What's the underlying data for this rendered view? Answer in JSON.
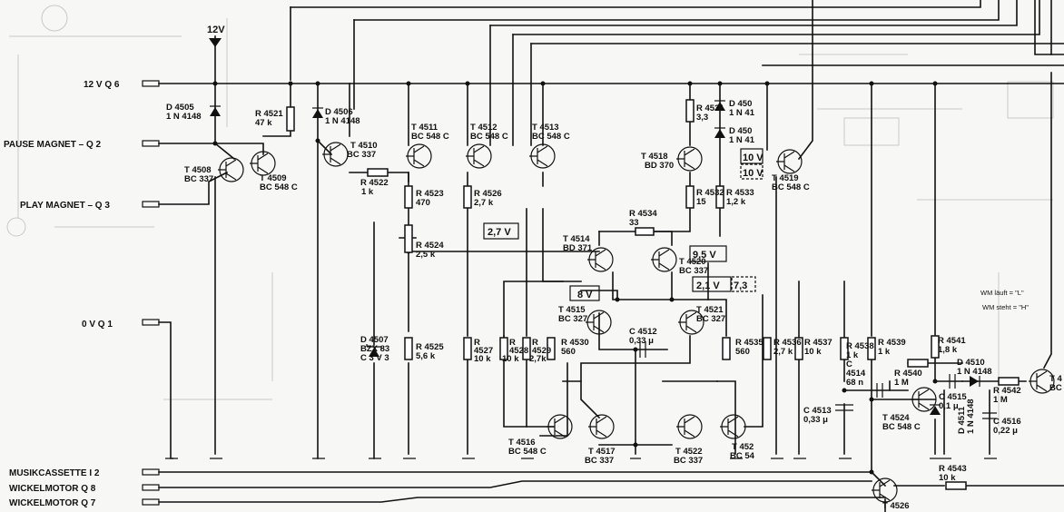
{
  "supply": {
    "label": "12V"
  },
  "connectors": {
    "q6": "12 V  Q 6",
    "q2": "PAUSE MAGNET  –  Q 2",
    "q3": "PLAY MAGNET – Q 3",
    "q1": "0 V   Q 1",
    "i2": "MUSIKCASSETTE    I 2",
    "q8": "WICKELMOTOR      Q 8",
    "q7": "WICKELMOTOR      Q 7"
  },
  "labels": {
    "d4505_a": "D 4505",
    "d4505_b": "1 N 4148",
    "r4521_a": "R 4521",
    "r4521_b": "47 k",
    "d4506_a": "D 4506",
    "d4506_b": "1 N 4148",
    "t4508_a": "T 4508",
    "t4508_b": "BC 337",
    "t4509_a": "T 4509",
    "t4509_b": "BC 548 C",
    "t4510_a": "T 4510",
    "t4510_b": "BC 337",
    "r4522_a": "R 4522",
    "r4522_b": "1 k",
    "t4511_a": "T 4511",
    "t4511_b": "BC 548 C",
    "t4512_a": "T 4512",
    "t4512_b": "BC 548 C",
    "t4513_a": "T 4513",
    "t4513_b": "BC 548 C",
    "r4523_a": "R 4523",
    "r4523_b": "470",
    "r4526_a": "R 4526",
    "r4526_b": "2,7 k",
    "r4524_a": "R 4524",
    "r4524_b": "2,5 k",
    "d4507_a": "D 4507",
    "d4507_b": "BZX 83",
    "d4507_c": "C 3 V 3",
    "r4525_a": "R 4525",
    "r4525_b": "5,6 k",
    "r4527_a": "R",
    "r4527_b": "4527",
    "r4527_c": "10 k",
    "r4528_a": "R",
    "r4528_b": "4528",
    "r4528_c": "10 k",
    "r4529_a": "R",
    "r4529_b": "4529",
    "r4529_c": "2,7k",
    "r4530_a": "R 4530",
    "r4530_b": "560",
    "r4531_a": "R 4531",
    "r4531_b": "3,3",
    "d4508_a": "D 450",
    "d4508_b": "1 N 41",
    "d4509_a": "D 450",
    "d4509_b": "1 N 41",
    "t4518_a": "T 4518",
    "t4518_b": "BD 370",
    "r4532_a": "R 4532",
    "r4532_b": "15",
    "r4533_a": "R 4533",
    "r4533_b": "1,2 k",
    "t4519_a": "T 4519",
    "t4519_b": "BC 548 C",
    "r4534_a": "R 4534",
    "r4534_b": "33",
    "t4514_a": "T 4514",
    "t4514_b": "BD 371",
    "t4520_a": "T 4520",
    "t4520_b": "BC 337",
    "t4515_a": "T 4515",
    "t4515_b": "BC 327",
    "t4521_a": "T 4521",
    "t4521_b": "BC 327",
    "c4512_a": "C 4512",
    "c4512_b": "0,33 μ",
    "r4535_a": "R 4535",
    "r4535_b": "560",
    "r4536_a": "R 4536",
    "r4536_b": "2,7 k",
    "r4537_a": "R 4537",
    "r4537_b": "10 k",
    "t4516_a": "T 4516",
    "t4516_b": "BC 548 C",
    "t4517_a": "T 4517",
    "t4517_b": "BC 337",
    "t4522_a": "T 4522",
    "t4522_b": "BC 337",
    "t4523_a": "T 452",
    "t4523_b": "BC 54",
    "r4538_a": "R 4538",
    "r4538_b": "1 k",
    "r4538_c": "C",
    "c4514_a": "4514",
    "c4514_b": "68 n",
    "r4539_a": "R 4539",
    "r4539_b": "1 k",
    "r4541_a": "R 4541",
    "r4541_b": "1,8 k",
    "r4540_a": "R 4540",
    "r4540_b": "1 M",
    "d4510_a": "D 4510",
    "d4510_b": "1 N 4148",
    "c4515_a": "C 4515",
    "c4515_b": "0,1 μ",
    "r4542_a": "R 4542",
    "r4542_b": "1 M",
    "c4516_a": "C 4516",
    "c4516_b": "0,22 μ",
    "c4513_a": "C 4513",
    "c4513_b": "0,33 μ",
    "t4524_a": "T 4524",
    "t4524_b": "BC 548 C",
    "r4543_a": "R 4543",
    "r4543_b": "10 k",
    "t4526_a": "T 4526",
    "t4525_a": "T 4",
    "t4525_b": "BC",
    "d4511_a": "D 4511",
    "d4511_b": "1 N 4148"
  },
  "voltages": {
    "v27": "2,7 V",
    "v8": "8 V",
    "v95": "9,5 V",
    "v21": "2,1 V",
    "v73": "7,3",
    "v10a": "10 V",
    "v10b": "10 V"
  },
  "notes": {
    "running": "WM läuft = \"L\"",
    "stopped": "WM steht = \"H\""
  }
}
